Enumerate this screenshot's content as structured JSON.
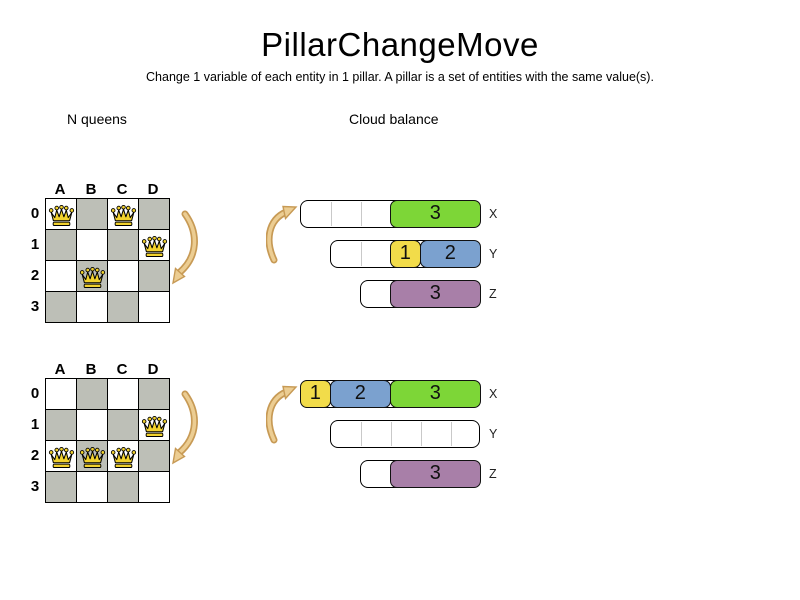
{
  "header": {
    "title": "PillarChangeMove",
    "subtitle": "Change 1 variable of each entity in 1 pillar. A pillar is a set of entities with the same value(s)."
  },
  "sections": {
    "left_label": "N queens",
    "right_label": "Cloud balance"
  },
  "colors": {
    "green": "#7dd637",
    "yellow": "#f2dc4a",
    "blue": "#7ba1cf",
    "purple": "#a87fa8",
    "board_gray": "#bdbfb7",
    "board_white": "#ffffff",
    "queen_gold": "#f2d22e",
    "arrow_fill": "#eccd92",
    "arrow_stroke": "#c79a55"
  },
  "boards": [
    {
      "name": "before",
      "columns": [
        "A",
        "B",
        "C",
        "D"
      ],
      "rows": [
        "0",
        "1",
        "2",
        "3"
      ],
      "queens": [
        {
          "col": 0,
          "row": 0
        },
        {
          "col": 2,
          "row": 0
        },
        {
          "col": 3,
          "row": 1
        },
        {
          "col": 1,
          "row": 2
        }
      ]
    },
    {
      "name": "after",
      "columns": [
        "A",
        "B",
        "C",
        "D"
      ],
      "rows": [
        "0",
        "1",
        "2",
        "3"
      ],
      "queens": [
        {
          "col": 3,
          "row": 1
        },
        {
          "col": 0,
          "row": 2
        },
        {
          "col": 1,
          "row": 2
        },
        {
          "col": 2,
          "row": 2
        }
      ]
    }
  ],
  "cloud_groups": [
    {
      "name": "before",
      "bars": [
        {
          "label": "X",
          "capacity": 6,
          "empty_cells": 3,
          "blocks": [
            {
              "value": "3",
              "color": "green",
              "size": 3
            }
          ]
        },
        {
          "label": "Y",
          "capacity": 5,
          "empty_cells": 2,
          "blocks": [
            {
              "value": "1",
              "color": "yellow",
              "size": 1
            },
            {
              "value": "2",
              "color": "blue",
              "size": 2
            }
          ]
        },
        {
          "label": "Z",
          "capacity": 4,
          "empty_cells": 1,
          "blocks": [
            {
              "value": "3",
              "color": "purple",
              "size": 3
            }
          ]
        }
      ]
    },
    {
      "name": "after",
      "bars": [
        {
          "label": "X",
          "capacity": 6,
          "empty_cells": 0,
          "blocks": [
            {
              "value": "1",
              "color": "yellow",
              "size": 1
            },
            {
              "value": "2",
              "color": "blue",
              "size": 2
            },
            {
              "value": "3",
              "color": "green",
              "size": 3
            }
          ]
        },
        {
          "label": "Y",
          "capacity": 5,
          "empty_cells": 5,
          "blocks": []
        },
        {
          "label": "Z",
          "capacity": 4,
          "empty_cells": 1,
          "blocks": [
            {
              "value": "3",
              "color": "purple",
              "size": 3
            }
          ]
        }
      ]
    }
  ]
}
